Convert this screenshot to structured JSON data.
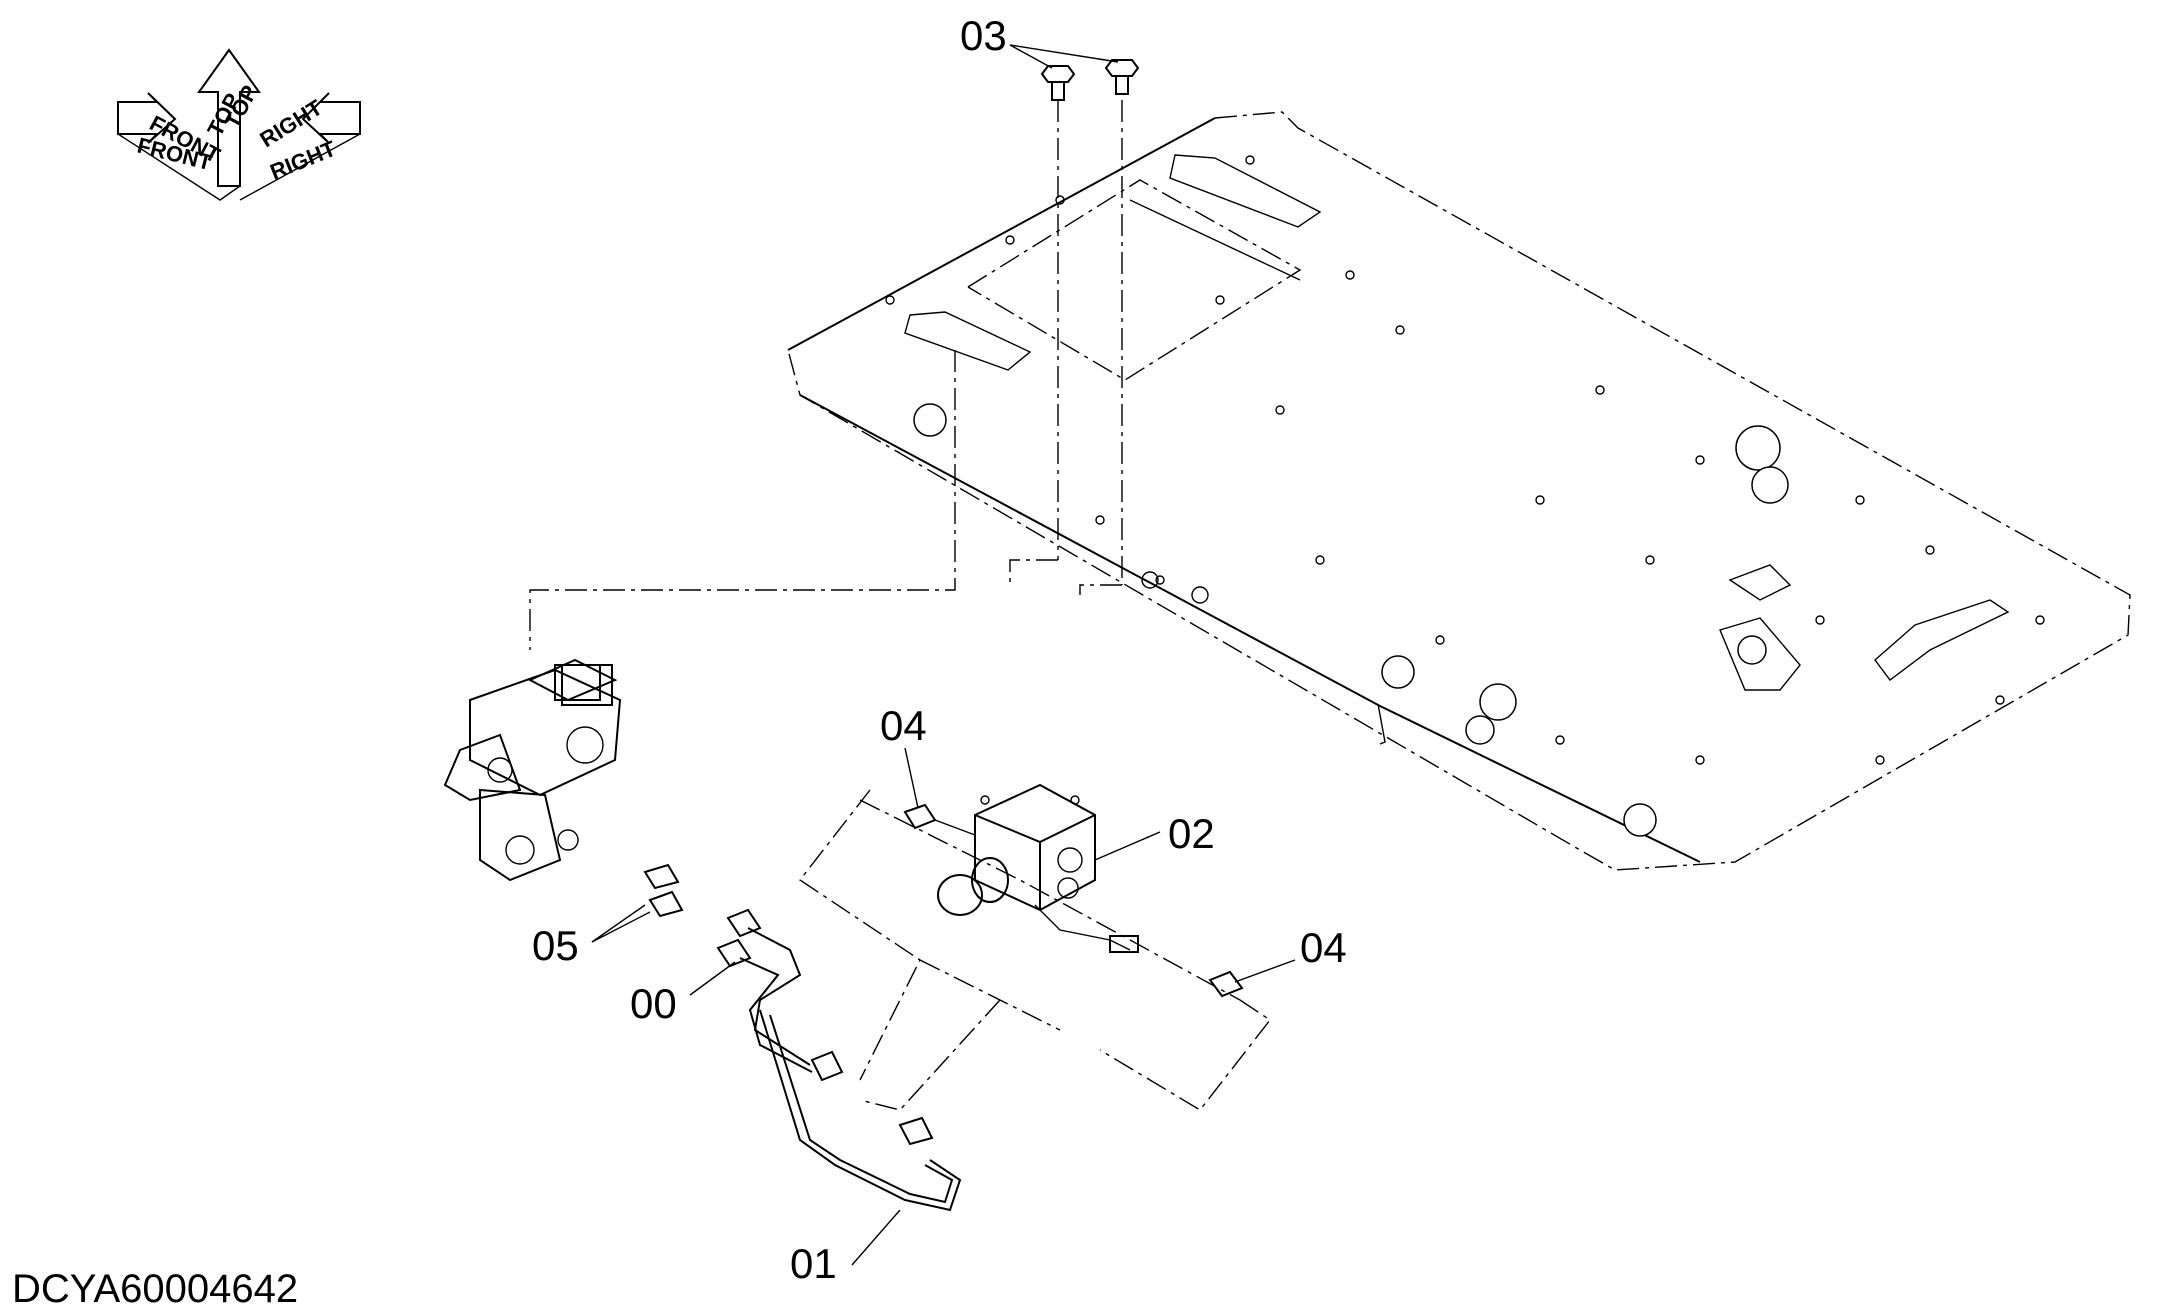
{
  "drawing_code": "DCYA60004642",
  "orientation": {
    "front_label": "FRONT",
    "front_label_upper": "FRONT",
    "top_label": "TOP",
    "top_label_upper": "TOP",
    "right_label": "RIGHT",
    "right_label_upper": "RIGHT"
  },
  "callouts": {
    "c00": "00",
    "c01": "01",
    "c02": "02",
    "c03": "03",
    "c04a": "04",
    "c04b": "04",
    "c05": "05"
  }
}
